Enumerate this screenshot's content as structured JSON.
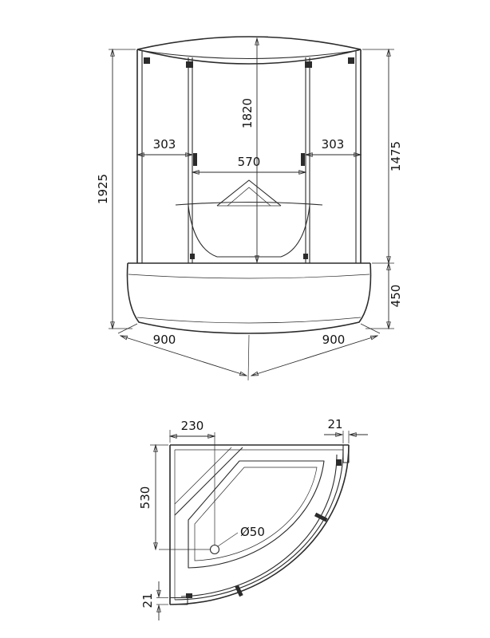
{
  "drawing": {
    "front_view": {
      "overall_height": "1925",
      "inner_height": "1820",
      "left_panel_width": "303",
      "door_opening_width": "570",
      "right_panel_width": "303",
      "glass_height": "1475",
      "tray_height": "450",
      "side_depth_left": "900",
      "side_depth_right": "900"
    },
    "plan_view": {
      "drain_offset_x": "230",
      "profile_thickness_top": "21",
      "drain_offset_y": "530",
      "drain_diameter": "Ø50",
      "profile_thickness_bottom": "21"
    }
  },
  "colors": {
    "background": "#ffffff",
    "line": "#2b2b2b",
    "text": "#141414"
  }
}
